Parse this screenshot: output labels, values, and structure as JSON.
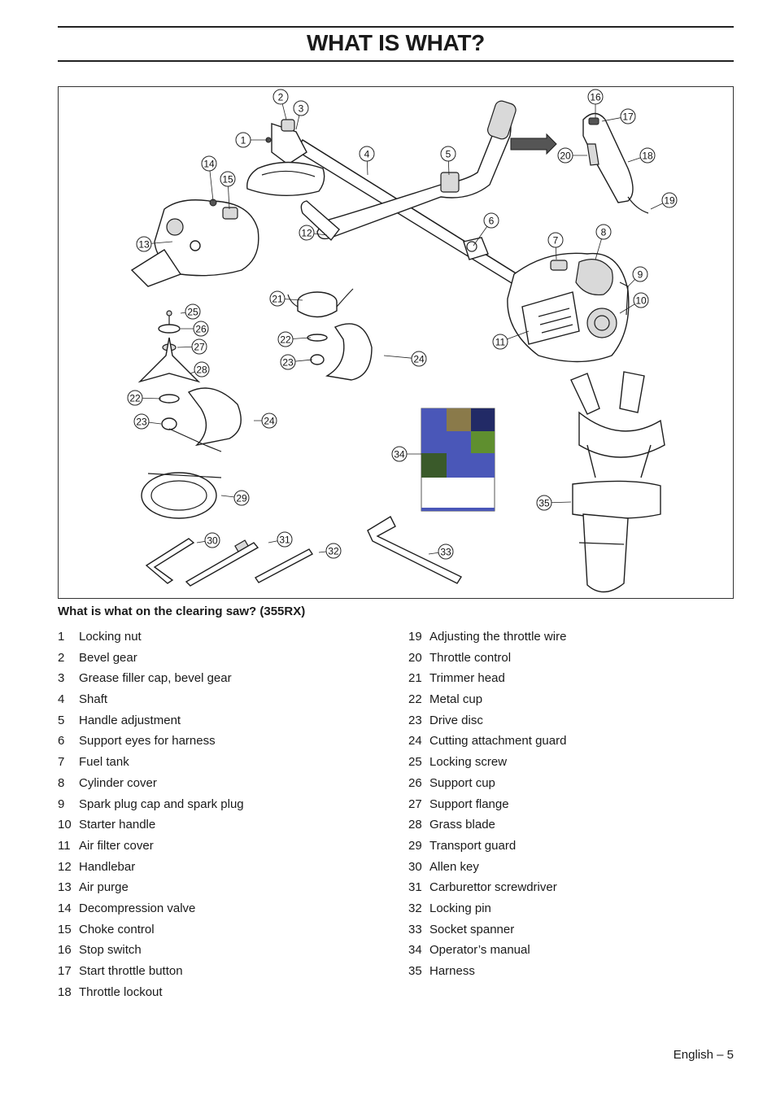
{
  "page": {
    "title": "WHAT IS WHAT?",
    "footer": "English – 5"
  },
  "figure": {
    "caption": "What is what on the clearing saw? (355RX)",
    "callouts": [
      "1",
      "2",
      "3",
      "4",
      "5",
      "6",
      "7",
      "8",
      "9",
      "10",
      "11",
      "12",
      "13",
      "14",
      "15",
      "16",
      "17",
      "18",
      "19",
      "20",
      "21",
      "22",
      "22",
      "23",
      "23",
      "24",
      "24",
      "25",
      "26",
      "27",
      "28",
      "29",
      "30",
      "31",
      "32",
      "33",
      "34",
      "35"
    ],
    "manual_colors": {
      "blue": "#4a57b8",
      "green": "#5f8f2f",
      "dark": "#222a66"
    }
  },
  "parts_left": [
    {
      "num": "1",
      "label": "Locking nut"
    },
    {
      "num": "2",
      "label": "Bevel gear"
    },
    {
      "num": "3",
      "label": "Grease filler cap, bevel gear"
    },
    {
      "num": "4",
      "label": "Shaft"
    },
    {
      "num": "5",
      "label": "Handle adjustment"
    },
    {
      "num": "6",
      "label": "Support eyes for harness"
    },
    {
      "num": "7",
      "label": "Fuel tank"
    },
    {
      "num": "8",
      "label": "Cylinder cover"
    },
    {
      "num": "9",
      "label": "Spark plug cap and spark plug"
    },
    {
      "num": "10",
      "label": "Starter handle"
    },
    {
      "num": "11",
      "label": "Air filter cover"
    },
    {
      "num": "12",
      "label": "Handlebar"
    },
    {
      "num": "13",
      "label": "Air purge"
    },
    {
      "num": "14",
      "label": "Decompression valve"
    },
    {
      "num": "15",
      "label": "Choke control"
    },
    {
      "num": "16",
      "label": "Stop switch"
    },
    {
      "num": "17",
      "label": "Start throttle button"
    },
    {
      "num": "18",
      "label": "Throttle lockout"
    }
  ],
  "parts_right": [
    {
      "num": "19",
      "label": "Adjusting the throttle wire"
    },
    {
      "num": "20",
      "label": "Throttle control"
    },
    {
      "num": "21",
      "label": "Trimmer head"
    },
    {
      "num": "22",
      "label": "Metal cup"
    },
    {
      "num": "23",
      "label": "Drive disc"
    },
    {
      "num": "24",
      "label": "Cutting attachment guard"
    },
    {
      "num": "25",
      "label": "Locking screw"
    },
    {
      "num": "26",
      "label": "Support cup"
    },
    {
      "num": "27",
      "label": "Support flange"
    },
    {
      "num": "28",
      "label": "Grass blade"
    },
    {
      "num": "29",
      "label": "Transport guard"
    },
    {
      "num": "30",
      "label": "Allen key"
    },
    {
      "num": "31",
      "label": "Carburettor screwdriver"
    },
    {
      "num": "32",
      "label": "Locking pin"
    },
    {
      "num": "33",
      "label": "Socket spanner"
    },
    {
      "num": "34",
      "label": "Operator’s manual"
    },
    {
      "num": "35",
      "label": "Harness"
    }
  ]
}
